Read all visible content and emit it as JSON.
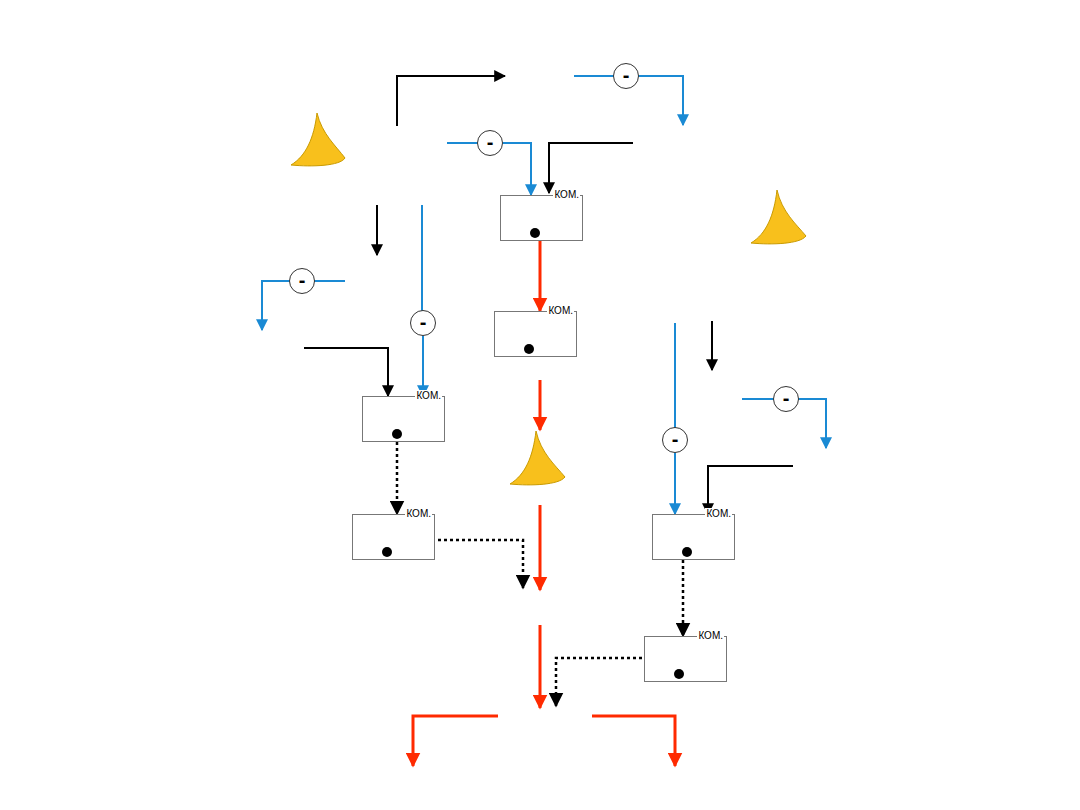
{
  "diagram": {
    "nodes": [
      {
        "text": [
          "-"
        ]
      },
      {
        "text": [
          "-"
        ]
      },
      {
        "text": [
          "КОМ."
        ]
      },
      {
        "text": [
          "-"
        ]
      },
      {
        "text": [
          "КОМ."
        ]
      },
      {
        "text": [
          "-"
        ]
      },
      {
        "text": [
          "-"
        ]
      },
      {
        "text": [
          "КОМ."
        ]
      },
      {
        "text": [
          "-"
        ]
      },
      {
        "text": [
          "КОМ."
        ]
      },
      {
        "text": [
          "КОМ."
        ]
      },
      {
        "text": [
          "КОМ."
        ]
      }
    ],
    "edges": [
      {
        "from": 1,
        "to": 2,
        "arrow": "to"
      },
      {
        "from": 2,
        "to": 4,
        "arrow": "to"
      },
      {
        "from": 5,
        "to": 7,
        "arrow": "to"
      },
      {
        "from": 7,
        "to": 9,
        "arrow": "to"
      },
      {
        "from": 8,
        "to": 10,
        "arrow": "to"
      },
      {
        "from": 10,
        "to": 11,
        "arrow": "to"
      }
    ]
  }
}
